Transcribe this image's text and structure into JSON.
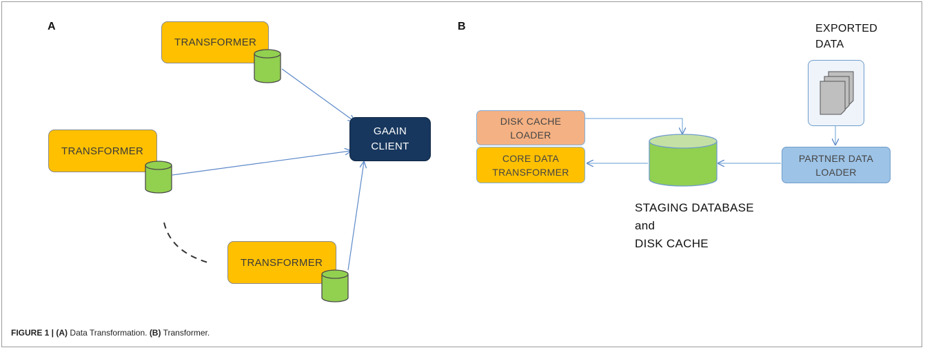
{
  "panel_a": {
    "letter": "A",
    "transformers": [
      "TRANSFORMER",
      "TRANSFORMER",
      "TRANSFORMER"
    ],
    "client_lines": [
      "GAAIN",
      "CLIENT"
    ]
  },
  "panel_b": {
    "letter": "B",
    "exported_lines": [
      "EXPORTED",
      "DATA"
    ],
    "disk_cache_loader_lines": [
      "DISK CACHE",
      "LOADER"
    ],
    "core_data_transformer_lines": [
      "CORE DATA",
      "TRANSFORMER"
    ],
    "partner_loader_lines": [
      "PARTNER DATA",
      "LOADER"
    ],
    "staging_lines": [
      "STAGING DATABASE",
      "and",
      "DISK CACHE"
    ]
  },
  "caption": {
    "prefix": "FIGURE 1 |",
    "a_label": "(A)",
    "a_text": "Data Transformation.",
    "b_label": "(B)",
    "b_text": "Transformer."
  },
  "colors": {
    "transformer": "#ffc000",
    "cylinder": "#92d050",
    "client": "#17375e",
    "disk_cache_loader": "#f4b183",
    "partner_loader": "#9dc3e6",
    "document": "#bfbfbf",
    "arrow": "#5b88c8"
  }
}
